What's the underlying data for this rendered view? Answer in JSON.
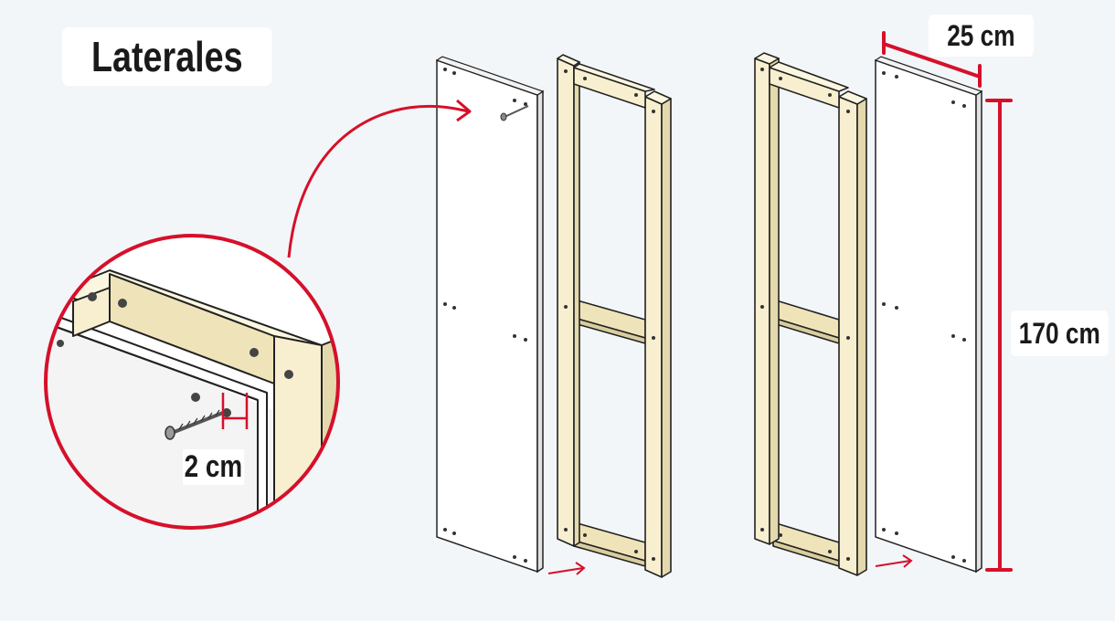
{
  "title": "Laterales",
  "dimensions": {
    "width": "25 cm",
    "height": "170 cm",
    "screw_spacing": "2 cm"
  },
  "colors": {
    "background": "#f2f6f9",
    "accent_red": "#d6102a",
    "wood": "#f7efcf",
    "panel": "#ffffff",
    "outline": "#222222"
  }
}
